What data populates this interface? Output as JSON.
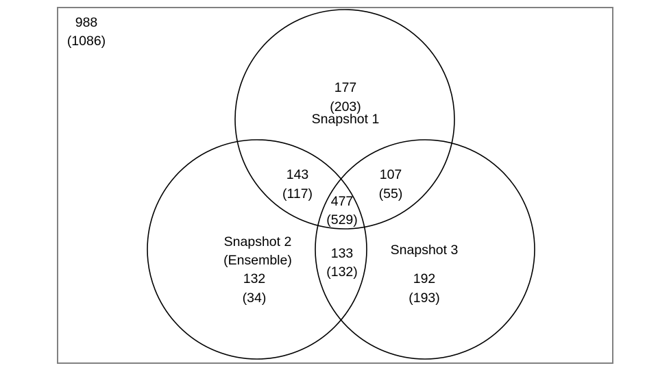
{
  "outside": {
    "count": "988",
    "paren": "(1086)"
  },
  "sets": {
    "s1": {
      "label": "Snapshot 1"
    },
    "s2": {
      "label_line1": "Snapshot 2",
      "label_line2": "(Ensemble)"
    },
    "s3": {
      "label": "Snapshot 3"
    }
  },
  "regions": {
    "only_1": {
      "count": "177",
      "paren": "(203)"
    },
    "only_2": {
      "count": "132",
      "paren": "(34)"
    },
    "only_3": {
      "count": "192",
      "paren": "(193)"
    },
    "s1_s2": {
      "count": "143",
      "paren": "(117)"
    },
    "s1_s3": {
      "count": "107",
      "paren": "(55)"
    },
    "s2_s3": {
      "count": "133",
      "paren": "(132)"
    },
    "all_three": {
      "count": "477",
      "paren": "(529)"
    }
  }
}
